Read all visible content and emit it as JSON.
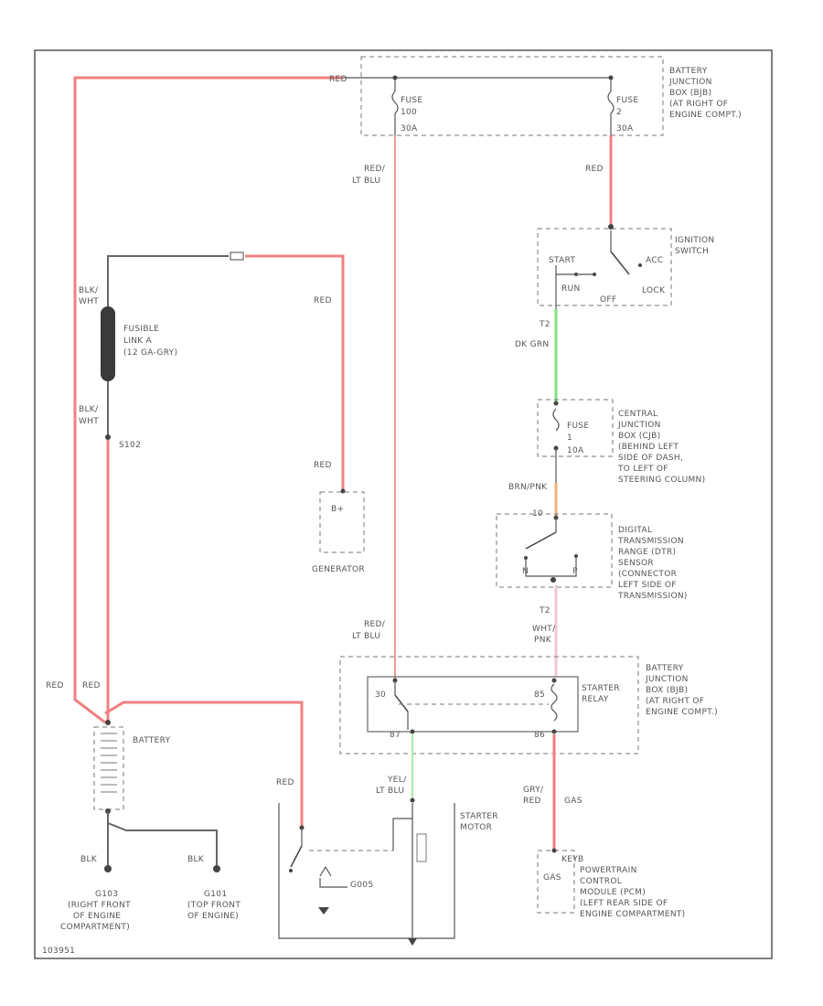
{
  "labels": {
    "red_top": "RED",
    "fuse_left_1": "FUSE",
    "fuse_left_2": "100",
    "fuse_left_3": "30A",
    "fuse_right_1": "FUSE",
    "fuse_right_2": "2",
    "fuse_right_3": "30A",
    "bjb_top_1": "BATTERY",
    "bjb_top_2": "JUNCTION",
    "bjb_top_3": "BOX (BJB)",
    "bjb_top_4": "(AT RIGHT OF",
    "bjb_top_5": "ENGINE COMPT.)",
    "red_ltblu_1a": "RED/",
    "red_ltblu_1b": "LT BLU",
    "red_right_top": "RED",
    "ign_1": "IGNITION",
    "ign_2": "SWITCH",
    "ign_start": "START",
    "ign_acc": "ACC",
    "ign_run": "RUN",
    "ign_off": "OFF",
    "ign_lock": "LOCK",
    "blk_wht_1a": "BLK/",
    "blk_wht_1b": "WHT",
    "fusible_1": "FUSIBLE",
    "fusible_2": "LINK A",
    "fusible_3": "(12 GA-GRY)",
    "blk_wht_2a": "BLK/",
    "blk_wht_2b": "WHT",
    "s102": "S102",
    "red_gen_1": "RED",
    "red_gen_2": "RED",
    "gen_bplus": "B+",
    "generator": "GENERATOR",
    "g1": "T2",
    "dk_grn": "DK GRN",
    "cjb_1": "CENTRAL",
    "cjb_2": "JUNCTION",
    "cjb_3": "BOX (CJB)",
    "cjb_4": "(BEHIND LEFT",
    "cjb_5": "SIDE OF DASH,",
    "cjb_6": "TO LEFT OF",
    "cjb_7": "STEERING COLUMN)",
    "cjb_fuse_1": "FUSE",
    "cjb_fuse_2": "1",
    "cjb_fuse_3": "10A",
    "brn_pnk": "BRN/PNK",
    "dtr_1": "DIGITAL",
    "dtr_2": "TRANSMISSION",
    "dtr_3": "RANGE (DTR)",
    "dtr_4": "SENSOR",
    "dtr_5": "(CONNECTOR",
    "dtr_6": "LEFT SIDE OF",
    "dtr_7": "TRANSMISSION)",
    "dtr_n": "N",
    "dtr_p": "P",
    "dtr_pin": "10",
    "t2b": "T2",
    "wht_pnk_a": "WHT/",
    "wht_pnk_b": "PNK",
    "red_ltblu_2a": "RED/",
    "red_ltblu_2b": "LT BLU",
    "relay_30": "30",
    "relay_85": "85",
    "relay_87": "87",
    "relay_86": "86",
    "starter_relay_1": "STARTER",
    "starter_relay_2": "RELAY",
    "bjb_low_1": "BATTERY",
    "bjb_low_2": "JUNCTION",
    "bjb_low_3": "BOX (BJB)",
    "bjb_low_4": "(AT RIGHT OF",
    "bjb_low_5": "ENGINE COMPT.)",
    "red_l": "RED",
    "red_r": "RED",
    "battery": "BATTERY",
    "red_starter": "RED",
    "yel_ltblu_a": "YEL/",
    "yel_ltblu_b": "LT BLU",
    "starter_motor_1": "STARTER",
    "starter_motor_2": "MOTOR",
    "gry_red_a": "GRY/",
    "gry_red_b": "RED",
    "gry_red_c": "GAS",
    "pcm_pin": "KEYB",
    "pcm_1": "POWERTRAIN",
    "pcm_2": "CONTROL",
    "pcm_3": "MODULE (PCM)",
    "pcm_4": "(LEFT REAR SIDE OF",
    "pcm_5": "ENGINE COMPARTMENT)",
    "pcm_box": "GAS",
    "blk_1": "BLK",
    "blk_2": "BLK",
    "g103_1": "G103",
    "g103_2": "(RIGHT FRONT",
    "g103_3": "OF ENGINE",
    "g103_4": "COMPARTMENT)",
    "g101_1": "G101",
    "g101_2": "(TOP FRONT",
    "g101_3": "OF ENGINE)",
    "sol": "G005",
    "footer": "103951"
  }
}
